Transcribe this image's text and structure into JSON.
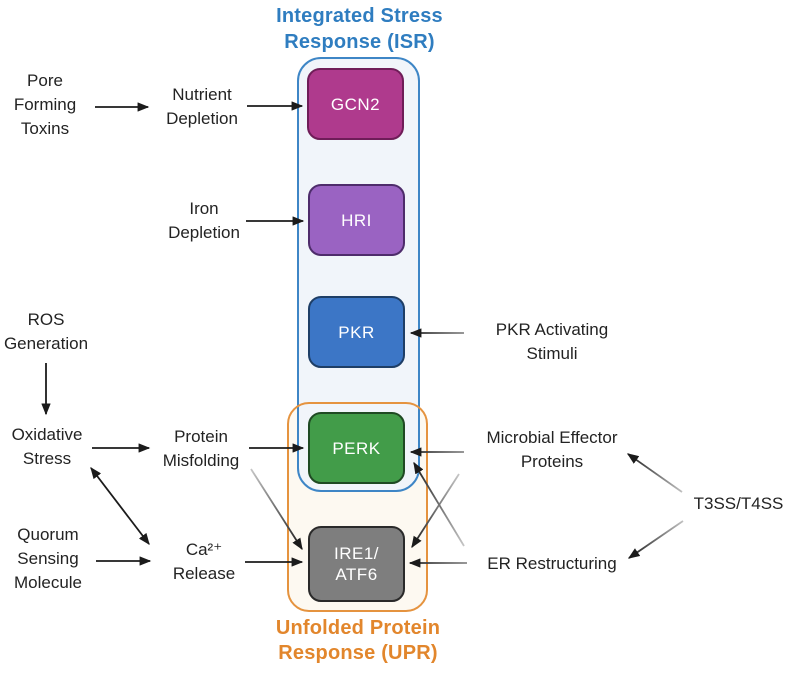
{
  "diagram": {
    "isr": {
      "title": "Integrated Stress\nResponse (ISR)",
      "title_color": "#2F7DC0",
      "border_color": "#3E86C6",
      "fill_color": "#F1F5FA"
    },
    "upr": {
      "title": "Unfolded Protein\nResponse (UPR)",
      "title_color": "#E2862C",
      "border_color": "#E5933F",
      "fill_color": "#FDF9F1"
    },
    "kinases": [
      {
        "id": "gcn2",
        "label": "GCN2",
        "fill": "#AF3A8D",
        "border": "#6F1D58",
        "member_of": "ISR"
      },
      {
        "id": "hri",
        "label": "HRI",
        "fill": "#9A63C2",
        "border": "#4E2C6B",
        "member_of": "ISR"
      },
      {
        "id": "pkr",
        "label": "PKR",
        "fill": "#3C76C6",
        "border": "#1E3E66",
        "member_of": "ISR"
      },
      {
        "id": "perk",
        "label": "PERK",
        "fill": "#429C49",
        "border": "#1F4A23",
        "member_of": "ISR and UPR"
      },
      {
        "id": "ire1-atf6",
        "label": "IRE1/\nATF6",
        "fill": "#7E7E7E",
        "border": "#2A2A2A",
        "member_of": "UPR"
      }
    ],
    "factors": {
      "pore_forming_toxins": "Pore\nForming\nToxins",
      "nutrient_depletion": "Nutrient\nDepletion",
      "iron_depletion": "Iron\nDepletion",
      "ros_generation": "ROS\nGeneration",
      "oxidative_stress": "Oxidative\nStress",
      "protein_misfolding": "Protein\nMisfolding",
      "quorum_sensing_molecule": "Quorum\nSensing\nMolecule",
      "ca_release": "Ca²⁺\nRelease",
      "pkr_activating_stimuli": "PKR Activating\nStimuli",
      "microbial_effector_proteins": "Microbial Effector\nProteins",
      "er_restructuring": "ER Restructuring",
      "t3ss_t4ss": "T3SS/T4SS"
    },
    "edges": [
      {
        "from": "Pore Forming Toxins",
        "to": "Nutrient Depletion",
        "type": "arrow"
      },
      {
        "from": "Nutrient Depletion",
        "to": "GCN2",
        "type": "arrow"
      },
      {
        "from": "Iron Depletion",
        "to": "HRI",
        "type": "arrow"
      },
      {
        "from": "PKR Activating Stimuli",
        "to": "PKR",
        "type": "arrow"
      },
      {
        "from": "ROS Generation",
        "to": "Oxidative Stress",
        "type": "arrow"
      },
      {
        "from": "Oxidative Stress",
        "to": "Protein Misfolding",
        "type": "arrow"
      },
      {
        "from": "Protein Misfolding",
        "to": "PERK",
        "type": "arrow"
      },
      {
        "from": "Protein Misfolding",
        "to": "IRE1/ATF6",
        "type": "arrow"
      },
      {
        "from": "Oxidative Stress",
        "to": "Ca²⁺ Release",
        "type": "double-arrow"
      },
      {
        "from": "Quorum Sensing Molecule",
        "to": "Ca²⁺ Release",
        "type": "arrow"
      },
      {
        "from": "Ca²⁺ Release",
        "to": "IRE1/ATF6",
        "type": "arrow"
      },
      {
        "from": "Microbial Effector Proteins",
        "to": "PERK",
        "type": "arrow"
      },
      {
        "from": "Microbial Effector Proteins",
        "to": "IRE1/ATF6",
        "type": "arrow"
      },
      {
        "from": "ER Restructuring",
        "to": "IRE1/ATF6",
        "type": "arrow"
      },
      {
        "from": "ER Restructuring",
        "to": "PERK",
        "type": "arrow"
      },
      {
        "from": "T3SS/T4SS",
        "to": "Microbial Effector Proteins",
        "type": "arrow"
      },
      {
        "from": "T3SS/T4SS",
        "to": "ER Restructuring",
        "type": "arrow"
      }
    ],
    "text_color": "#232323"
  }
}
